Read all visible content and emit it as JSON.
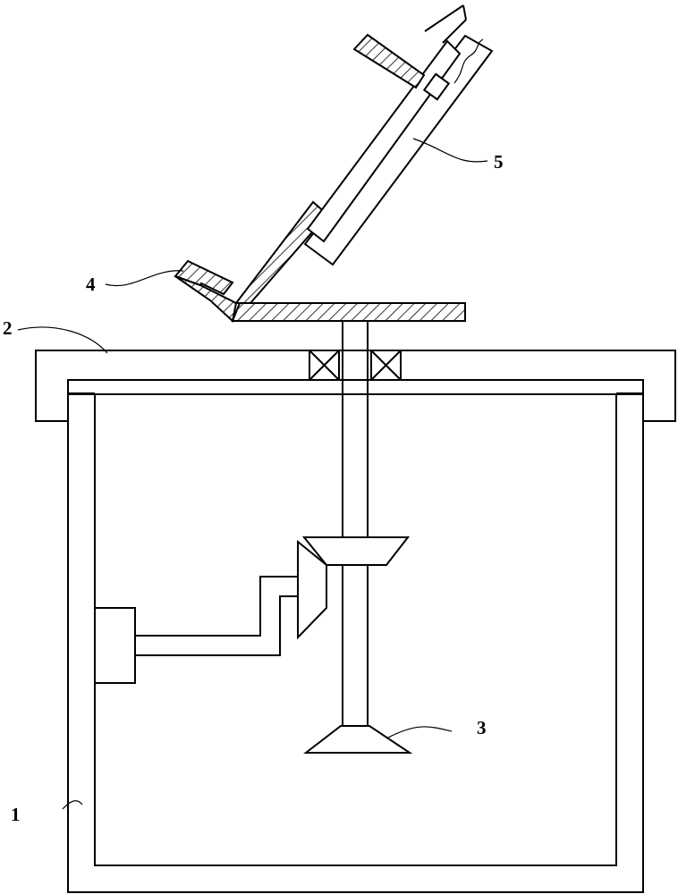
{
  "figure": {
    "labels": [
      {
        "id": "body",
        "text": "1"
      },
      {
        "id": "lid",
        "text": "2"
      },
      {
        "id": "scraper",
        "text": "3"
      },
      {
        "id": "hopper",
        "text": "4"
      },
      {
        "id": "feed-pipe",
        "text": "5"
      }
    ]
  }
}
